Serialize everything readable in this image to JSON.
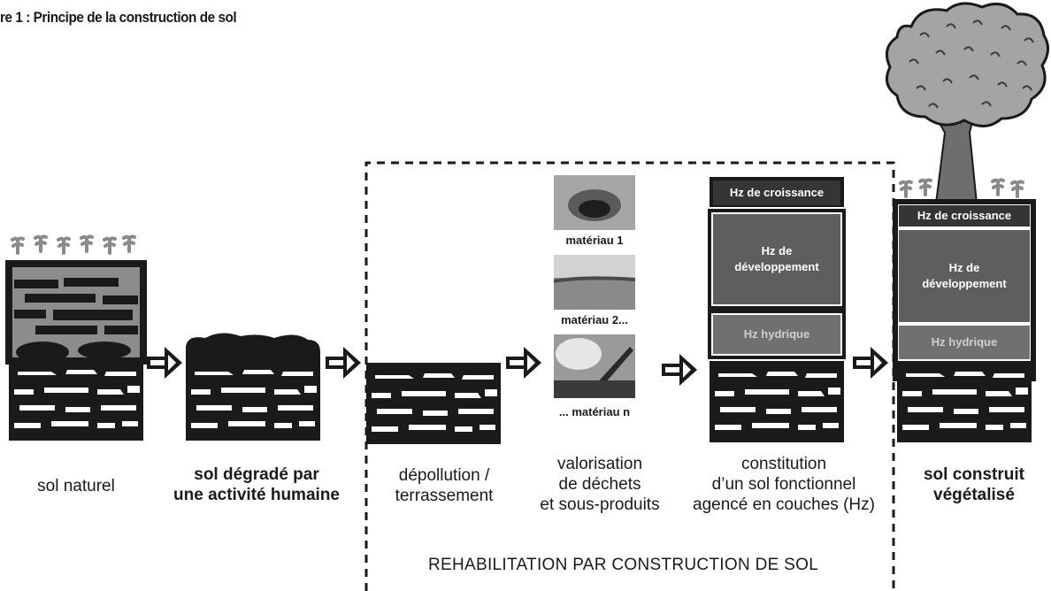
{
  "figure_title": "re 1 : Principe de la construction de sol",
  "stages": [
    {
      "caption": "sol naturel"
    },
    {
      "caption": "sol dégradé par\nune activité humaine"
    },
    {
      "caption": "dépollution /\nterrassement"
    },
    {
      "caption": "valorisation\nde déchets\net sous-produits"
    },
    {
      "caption": "constitution\nd’un sol fonctionnel\nagencé en couches (Hz)"
    },
    {
      "caption": "sol construit\nvégétalisé"
    }
  ],
  "materials": [
    {
      "label": "matériau 1"
    },
    {
      "label": "matériau 2..."
    },
    {
      "label": "... matériau n"
    }
  ],
  "horizons": {
    "growth": "Hz de croissance",
    "development": "Hz de\ndéveloppement",
    "water": "Hz hydrique"
  },
  "rehab_label": "REHABILITATION PAR CONSTRUCTION DE SOL",
  "colors": {
    "dark": "#1a1a1a",
    "mid": "#5e5e5e",
    "light": "#9a9a9a",
    "border": "#1a1a1a"
  }
}
